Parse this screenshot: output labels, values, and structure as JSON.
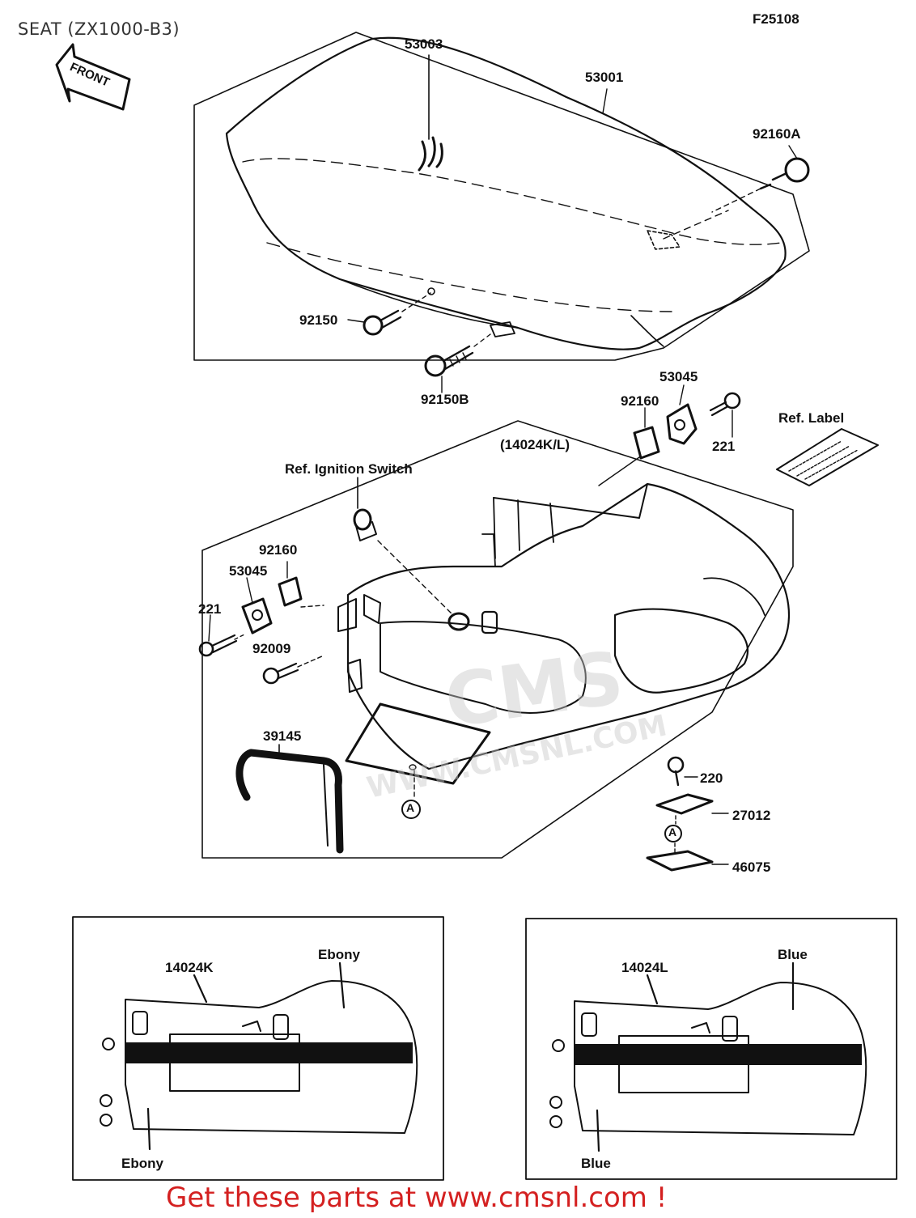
{
  "page_title": "SEAT (ZX1000-B3)",
  "figure_code": "F25108",
  "front_arrow_text": "FRONT",
  "part_labels": {
    "p53003": "53003",
    "p53001": "53001",
    "p92160A": "92160A",
    "p92150": "92150",
    "p92150B": "92150B",
    "p53045_top": "53045",
    "p92160_top": "92160",
    "p221_top": "221",
    "ref_label": "Ref. Label",
    "p14024KL": "(14024K/L)",
    "ref_ignition": "Ref. Ignition Switch",
    "p92160_left": "92160",
    "p53045_left": "53045",
    "p221_left": "221",
    "p92009": "92009",
    "p39145": "39145",
    "p220": "220",
    "p27012": "27012",
    "p46075": "46075",
    "ref_marker_a": "A"
  },
  "variant_left": {
    "part": "14024K",
    "color_top": "Ebony",
    "color_bottom": "Ebony"
  },
  "variant_right": {
    "part": "14024L",
    "color_top": "Blue",
    "color_bottom": "Blue"
  },
  "watermark_url": "WWW.CMSNL.COM",
  "watermark_logo": "CMS",
  "footer_link": "Get these parts at www.cmsnl.com !",
  "colors": {
    "ink": "#111111",
    "footer": "#d42020",
    "title": "#333333",
    "watermark": "#c8c8c8"
  }
}
